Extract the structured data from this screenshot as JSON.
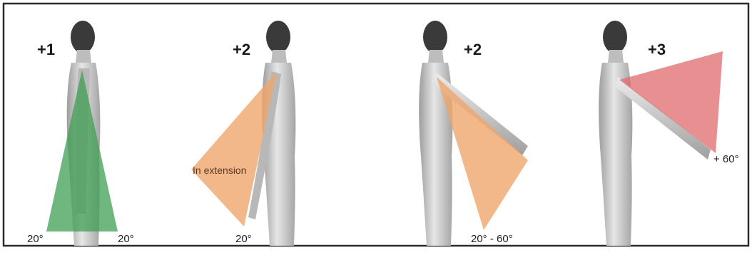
{
  "panels": [
    {
      "score": "+1",
      "wedge_color": "#3f9e54",
      "labels": {
        "left_angle": "20°",
        "right_angle": "20°"
      }
    },
    {
      "score": "+2",
      "wedge_color": "#f0a66d",
      "labels": {
        "note": "In extension",
        "angle": "20°"
      }
    },
    {
      "score": "+2",
      "wedge_color": "#f0a66d",
      "labels": {
        "angle": "20° - 60°"
      }
    },
    {
      "score": "+3",
      "wedge_color": "#e06a6e",
      "labels": {
        "angle": "+ 60°"
      }
    }
  ],
  "colors": {
    "frame": "#2b2b2b",
    "body": "#cfcfcf",
    "body_shade": "#a9a9a9",
    "hair": "#3a3a3a"
  }
}
